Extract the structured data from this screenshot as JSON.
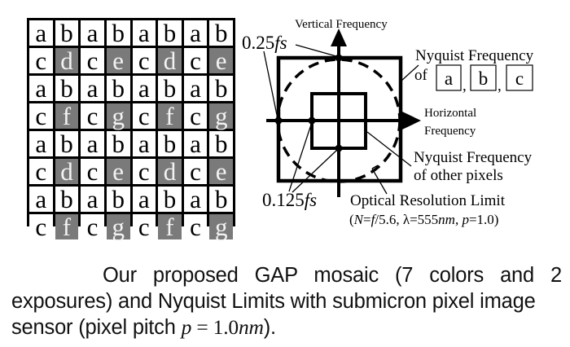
{
  "figure": {
    "mosaic": {
      "rows": [
        [
          "a",
          "b",
          "a",
          "b",
          "a",
          "b",
          "a",
          "b"
        ],
        [
          "c",
          "d",
          "c",
          "e",
          "c",
          "d",
          "c",
          "e"
        ],
        [
          "a",
          "b",
          "a",
          "b",
          "a",
          "b",
          "a",
          "b"
        ],
        [
          "c",
          "f",
          "c",
          "g",
          "c",
          "f",
          "c",
          "g"
        ],
        [
          "a",
          "b",
          "a",
          "b",
          "a",
          "b",
          "a",
          "b"
        ],
        [
          "c",
          "d",
          "c",
          "e",
          "c",
          "d",
          "c",
          "e"
        ],
        [
          "a",
          "b",
          "a",
          "b",
          "a",
          "b",
          "a",
          "b"
        ],
        [
          "c",
          "f",
          "c",
          "g",
          "c",
          "f",
          "c",
          "g"
        ]
      ],
      "dark_letters": [
        "d",
        "e",
        "f",
        "g"
      ],
      "colors": {
        "light_cell": "#ffffff",
        "dark_cell": "#7a7a7a",
        "grid_line": "#000000"
      }
    },
    "diagram": {
      "vertical_axis_label": "Vertical Frequency",
      "horizontal_axis_label_line1": "Horizontal",
      "horizontal_axis_label_line2": "Frequency",
      "label_025_num": "0.25",
      "label_025_unit": "fs",
      "label_0125_num": "0.125",
      "label_0125_unit": "fs",
      "nyquist_abc_line1": "Nyquist Frequency",
      "nyquist_abc_of": "of",
      "nyquist_abc_boxes": [
        "a",
        "b",
        "c"
      ],
      "nyquist_abc_sep": ",",
      "nyquist_other_line1": "Nyquist Frequency",
      "nyquist_other_line2": "of other pixels",
      "optical_limit_line1": "Optical Resolution Limit",
      "optical_limit_params": {
        "open": "(",
        "N": "N",
        "eq_f": "=",
        "f": "f",
        "fnum": "/5.6, ",
        "lambda": "λ",
        "lambda_val": "=555",
        "nm": "nm",
        "comma": ", ",
        "p": "p",
        "p_val": "=1.0)"
      }
    }
  },
  "caption": {
    "line1": "Our proposed GAP mosaic (7 colors and 2",
    "line2": "exposures) and Nyquist Limits with submicron pixel image",
    "line3_prefix": "sensor (pixel pitch ",
    "math_p": "p",
    "math_eq": " = 1.0",
    "math_unit": "nm",
    "line3_suffix": ")."
  }
}
